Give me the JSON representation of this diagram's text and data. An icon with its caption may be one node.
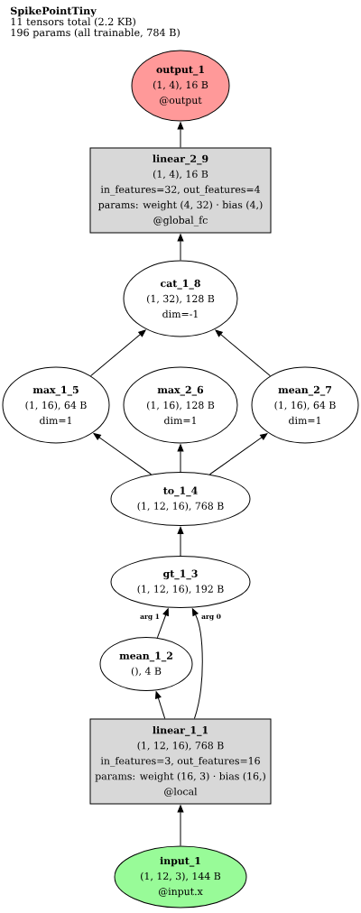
{
  "diagram": {
    "title": "SpikePointTiny",
    "labels": [
      "11 tensors total (2.2 KB)",
      "196 params (all trainable, 784 B)"
    ],
    "nodes": [
      {
        "text": [
          "output_1",
          "(1, 4), 16 B",
          "@output"
        ]
      },
      {
        "text": [
          "linear_2_9",
          "(1, 4), 16 B",
          "in_features=32, out_features=4",
          "params: weight (4, 32) · bias (4,)",
          "@global_fc"
        ]
      },
      {
        "text": [
          "cat_1_8",
          "(1, 32), 128 B",
          "dim=-1"
        ]
      },
      {
        "text": [
          "max_1_5",
          "(1, 16), 64 B",
          "dim=1"
        ]
      },
      {
        "text": [
          "max_2_6",
          "(1, 16), 128 B",
          "dim=1"
        ]
      },
      {
        "text": [
          "mean_2_7",
          "(1, 16), 64 B",
          "dim=1"
        ]
      },
      {
        "text": [
          "to_1_4",
          "(1, 12, 16), 768 B"
        ]
      },
      {
        "text": [
          "gt_1_3",
          "(1, 12, 16), 192 B"
        ]
      },
      {
        "text": [
          "mean_1_2",
          "(), 4 B"
        ]
      },
      {
        "text": [
          "linear_1_1",
          "(1, 12, 16), 768 B",
          "in_features=3, out_features=16",
          "params: weight (16, 3) · bias (16,)",
          "@local"
        ]
      },
      {
        "text": [
          "input_1",
          "(1, 12, 3), 144 B",
          "@input.x"
        ]
      }
    ],
    "edges": [
      {
        "from": 10,
        "to": 9,
        "arrow": "to"
      },
      {
        "from": 9,
        "to": 8,
        "arrow": "to"
      },
      {
        "from": 9,
        "to": 7,
        "arrow": "to",
        "label": "arg 0"
      },
      {
        "from": 8,
        "to": 7,
        "arrow": "to",
        "label": "arg 1"
      },
      {
        "from": 7,
        "to": 6,
        "arrow": "to"
      },
      {
        "from": 6,
        "to": 3,
        "arrow": "to"
      },
      {
        "from": 6,
        "to": 4,
        "arrow": "to"
      },
      {
        "from": 6,
        "to": 5,
        "arrow": "to"
      },
      {
        "from": 3,
        "to": 2,
        "arrow": "to"
      },
      {
        "from": 5,
        "to": 2,
        "arrow": "to"
      },
      {
        "from": 2,
        "to": 1,
        "arrow": "to"
      },
      {
        "from": 1,
        "to": 0,
        "arrow": "to"
      }
    ]
  }
}
